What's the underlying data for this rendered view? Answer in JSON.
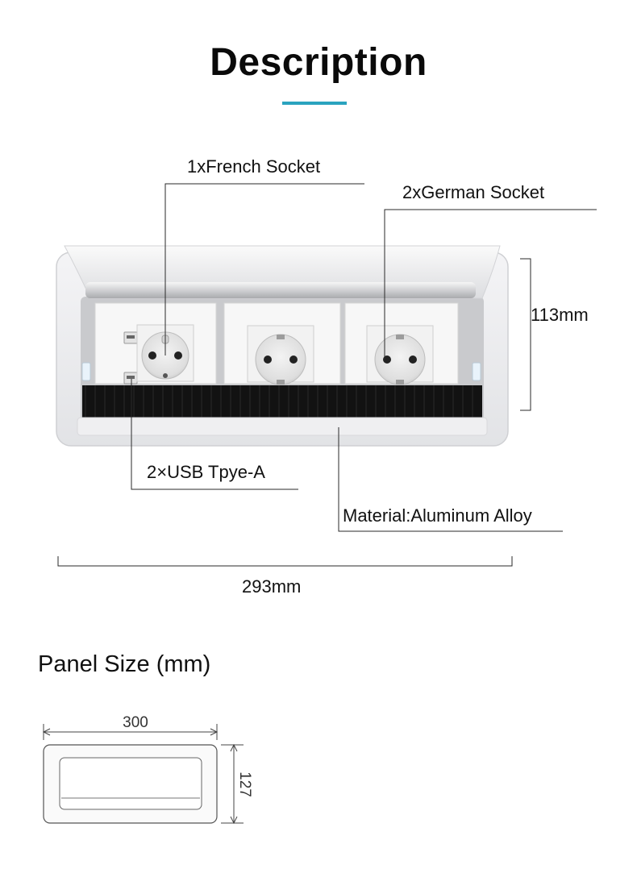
{
  "page": {
    "title": "Description",
    "accent_color": "#2aa3bf"
  },
  "callouts": {
    "french_socket": "1xFrench Socket",
    "german_socket": "2xGerman Socket",
    "usb": "2×USB Tpye-A",
    "material": "Material:Aluminum Alloy",
    "height_dim": "113mm",
    "width_dim": "293mm"
  },
  "panel_size": {
    "title": "Panel Size (mm)",
    "width_value": "300",
    "height_value": "127"
  }
}
